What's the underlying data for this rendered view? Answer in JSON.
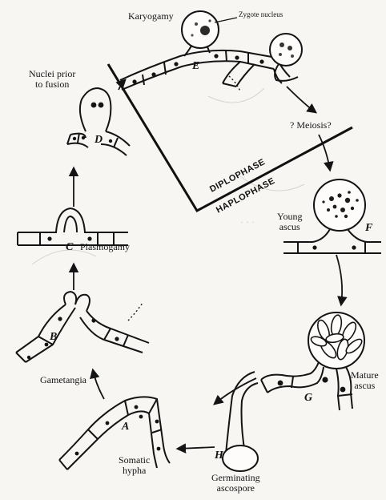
{
  "labels": {
    "karyogamy": "Karyogamy",
    "zygote_nucleus": "Zygote nucleus",
    "nuclei_prior_line1": "Nuclei prior",
    "nuclei_prior_line2": "to fusion",
    "meiosis": "? Meiosis?",
    "diplophase": "DIPLOPHASE",
    "haplophase": "HAPLOPHASE",
    "young_ascus_line1": "Young",
    "young_ascus_line2": "ascus",
    "plasmogamy": "Plasmogamy",
    "mature_ascus_line1": "Mature",
    "mature_ascus_line2": "ascus",
    "gametangia": "Gametangia",
    "somatic_hypha_line1": "Somatic",
    "somatic_hypha_line2": "hypha",
    "germinating_line1": "Germinating",
    "germinating_line2": "ascospore"
  },
  "stages": {
    "a": "A",
    "b": "B",
    "c": "C",
    "d": "D",
    "e": "E",
    "f": "F",
    "g": "G",
    "h": "H"
  },
  "colors": {
    "ink": "#141414",
    "paper": "#f7f6f3",
    "bleed": "#c9c7c2"
  }
}
